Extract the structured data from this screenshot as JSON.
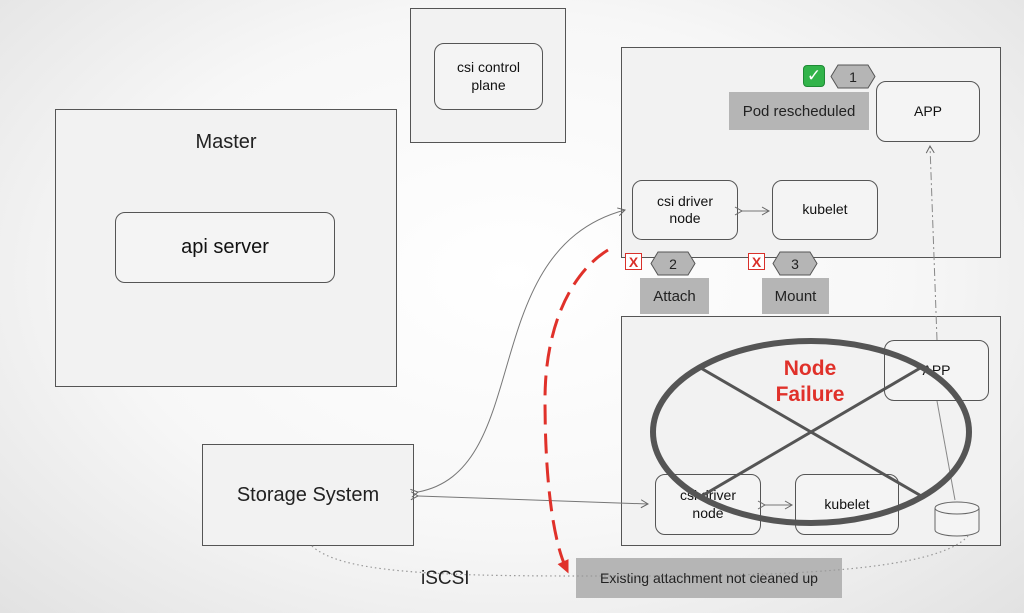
{
  "master": {
    "title": "Master",
    "api_server": "api server"
  },
  "csi_control_plane": {
    "line1": "csi control",
    "line2": "plane"
  },
  "healthy_node": {
    "step1_number": "1",
    "pod_rescheduled": "Pod rescheduled",
    "app": "APP",
    "csi_driver_line1": "csi driver",
    "csi_driver_line2": "node",
    "kubelet": "kubelet"
  },
  "steps": {
    "attach_number": "2",
    "attach_label": "Attach",
    "mount_number": "3",
    "mount_label": "Mount",
    "failed_mark": "X"
  },
  "failed_node": {
    "failure_line1": "Node",
    "failure_line2": "Failure",
    "app": "APP",
    "csi_driver_line1": "csi driver",
    "csi_driver_line2": "node",
    "kubelet": "kubelet"
  },
  "storage": {
    "label": "Storage System",
    "iscsi": "iSCSI"
  },
  "existing_attachment": "Existing attachment not cleaned up",
  "colors": {
    "failure_red": "#e0312a",
    "ellipse_gray": "#555555",
    "step_gray": "#b5b5b5"
  }
}
